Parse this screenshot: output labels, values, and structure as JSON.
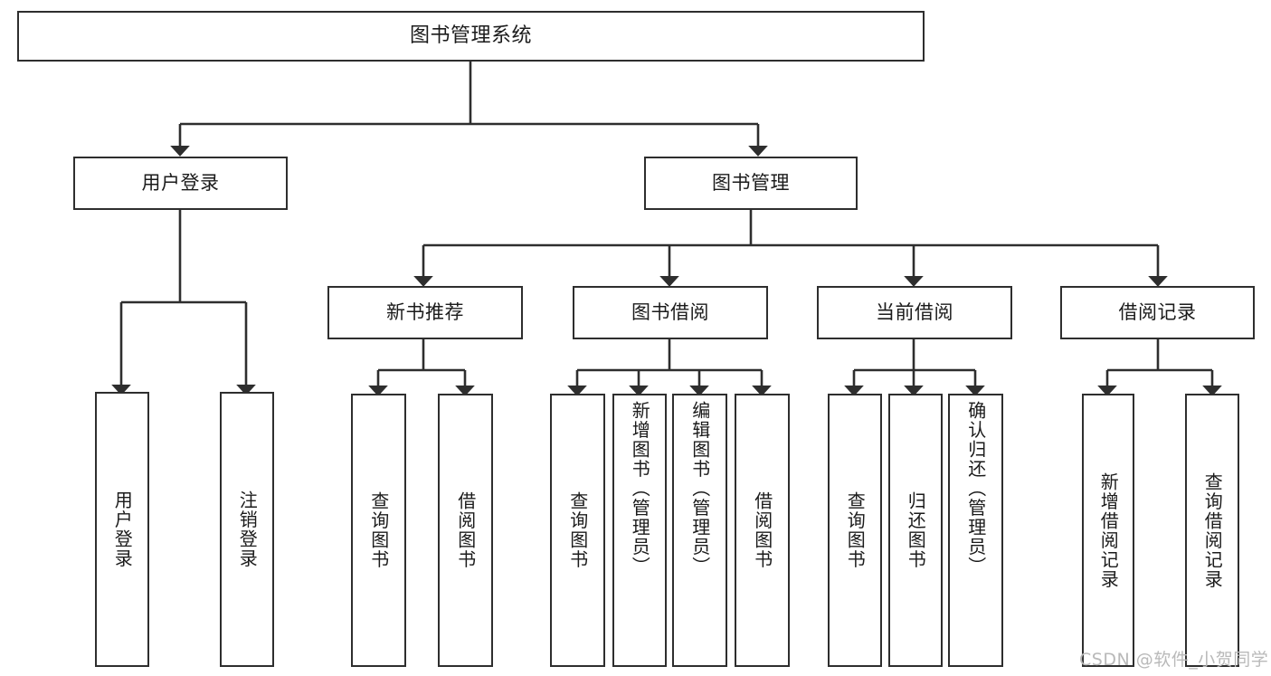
{
  "diagram": {
    "type": "tree-hierarchy-chart",
    "background_color": "#ffffff",
    "line_color": "#2e2e2e",
    "text_color": "#1b1b1b",
    "root": {
      "label": "图书管理系统"
    },
    "level1": [
      {
        "label": "用户登录"
      },
      {
        "label": "图书管理"
      }
    ],
    "level2": [
      {
        "label": "新书推荐"
      },
      {
        "label": "图书借阅"
      },
      {
        "label": "当前借阅"
      },
      {
        "label": "借阅记录"
      }
    ],
    "leaves": {
      "user_login": [
        {
          "label": "用户登录"
        },
        {
          "label": "注销登录"
        }
      ],
      "new_book_recommend": [
        {
          "label": "查询图书"
        },
        {
          "label": "借阅图书"
        }
      ],
      "book_borrow": [
        {
          "label": "查询图书"
        },
        {
          "label": "新增图书（管理员）"
        },
        {
          "label": "编辑图书（管理员）"
        },
        {
          "label": "借阅图书"
        }
      ],
      "current_borrow": [
        {
          "label": "查询图书"
        },
        {
          "label": "归还图书"
        },
        {
          "label": "确认归还（管理员）"
        }
      ],
      "borrow_record": [
        {
          "label": "新增借阅记录"
        },
        {
          "label": "查询借阅记录"
        }
      ]
    }
  },
  "watermark": {
    "text": "CSDN @软件_小贺同学"
  }
}
